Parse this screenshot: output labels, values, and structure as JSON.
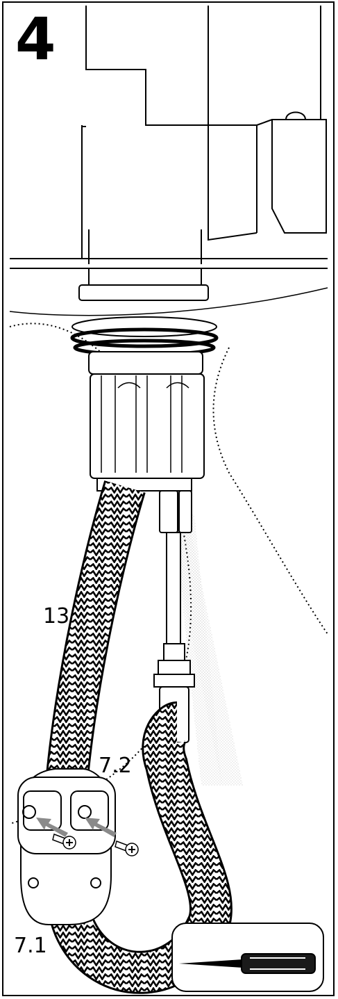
{
  "step": {
    "number": "4"
  },
  "callouts": {
    "hose": "13",
    "bracket_screw": "7.2",
    "bracket": "7.1"
  },
  "icons": {
    "screwdriver": "phillips-screwdriver-icon",
    "screw": "phillips-screw-icon",
    "arrow": "insertion-arrow-icon"
  },
  "colors": {
    "line": "#000000",
    "arrow": "#8a8a8a",
    "background": "#ffffff"
  }
}
